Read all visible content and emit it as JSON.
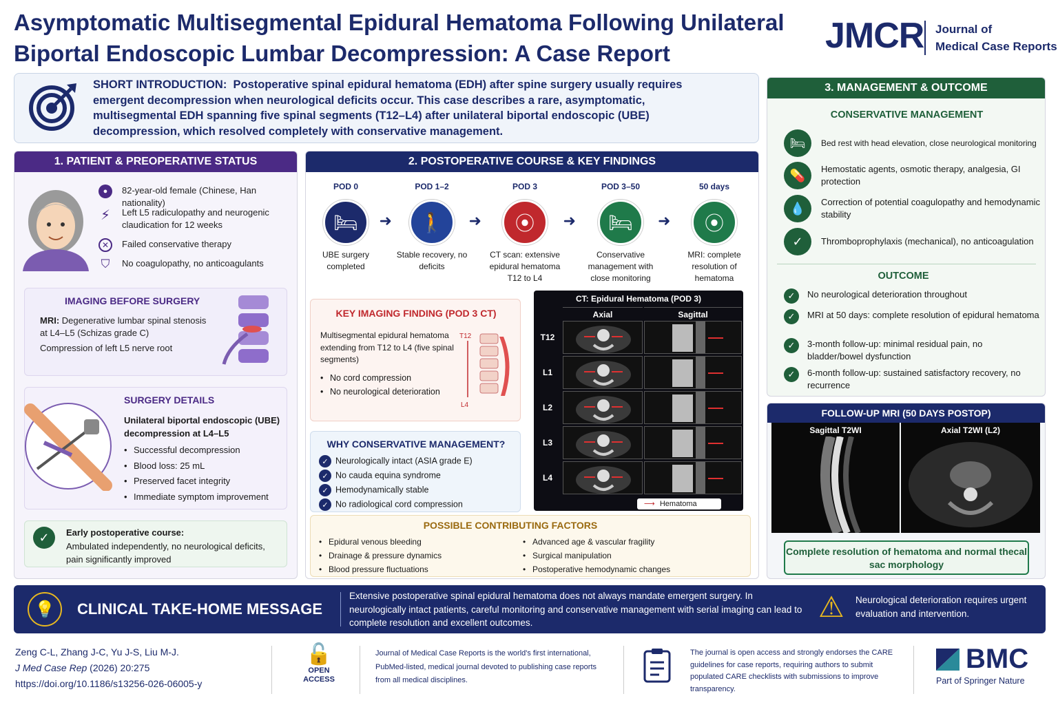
{
  "title": "Asymptomatic Multisegmental Epidural Hematoma Following Unilateral Biportal Endoscopic Lumbar Decompression: A Case Report",
  "journal": {
    "abbr": "JMCR",
    "name_line1": "Journal of",
    "name_line2": "Medical Case Reports"
  },
  "intro": {
    "label": "SHORT INTRODUCTION:",
    "text": "Postoperative spinal epidural hematoma (EDH) after spine surgery usually requires emergent decompression when neurological deficits occur. This case describes a rare, asymptomatic, multisegmental EDH spanning five spinal segments (T12–L4) after unilateral biportal endoscopic (UBE) decompression, which resolved completely with conservative management."
  },
  "patient": {
    "header": "1. PATIENT & PREOPERATIVE STATUS",
    "items": [
      "82-year-old female (Chinese, Han nationality)",
      "Left L5 radiculopathy and neurogenic claudication for 12 weeks",
      "Failed conservative therapy",
      "No coagulopathy, no anticoagulants"
    ],
    "imaging_title": "IMAGING BEFORE SURGERY",
    "imaging_mri_label": "MRI:",
    "imaging_mri": "Degenerative lumbar spinal stenosis at L4–L5 (Schizas grade C)",
    "imaging_compression": "Compression of left L5 nerve root",
    "surgery_title": "SURGERY DETAILS",
    "surgery_main": "Unilateral biportal endoscopic (UBE) decompression at L4–L5",
    "surgery_items": [
      "Successful decompression",
      "Blood loss: 25 mL",
      "Preserved facet integrity",
      "Immediate symptom improvement"
    ],
    "early_title": "Early postoperative course:",
    "early_text": "Ambulated independently, no neurological deficits, pain significantly improved"
  },
  "course": {
    "header": "2. POSTOPERATIVE COURSE & KEY FINDINGS",
    "timeline": [
      {
        "label": "POD 0",
        "text": "UBE surgery completed",
        "color": "#1c2a6b"
      },
      {
        "label": "POD 1–2",
        "text": "Stable recovery, no deficits",
        "color": "#23449a"
      },
      {
        "label": "POD 3",
        "text": "CT scan: extensive epidural hematoma T12 to L4",
        "color": "#c0282d"
      },
      {
        "label": "POD 3–50",
        "text": "Conservative management with close monitoring",
        "color": "#1f7a4a"
      },
      {
        "label": "50 days",
        "text": "MRI: complete resolution of hematoma",
        "color": "#1f7a4a"
      }
    ],
    "key_title": "KEY IMAGING FINDING (POD 3 CT)",
    "key_text": "Multisegmental epidural hematoma extending from T12 to L4 (five spinal segments)",
    "key_items": [
      "No cord compression",
      "No neurological deterioration"
    ],
    "key_top_label": "T12",
    "key_bottom_label": "L4",
    "why_title": "WHY CONSERVATIVE MANAGEMENT?",
    "why_items": [
      "Neurologically intact (ASIA grade E)",
      "No cauda equina syndrome",
      "Hemodynamically stable",
      "No radiological cord compression"
    ],
    "ct_title": "CT: Epidural Hematoma (POD 3)",
    "ct_col1": "Axial",
    "ct_col2": "Sagittal",
    "ct_levels": [
      "T12",
      "L1",
      "L2",
      "L3",
      "L4"
    ],
    "ct_legend": "Hematoma",
    "factors_title": "POSSIBLE CONTRIBUTING FACTORS",
    "factors_left": [
      "Epidural venous bleeding",
      "Drainage & pressure dynamics",
      "Blood pressure fluctuations"
    ],
    "factors_right": [
      "Advanced age & vascular fragility",
      "Surgical manipulation",
      "Postoperative hemodynamic changes"
    ]
  },
  "management": {
    "header": "3. MANAGEMENT & OUTCOME",
    "cons_title": "CONSERVATIVE MANAGEMENT",
    "cons_items": [
      "Bed rest with head elevation, close neurological monitoring",
      "Hemostatic agents, osmotic therapy, analgesia, GI protection",
      "Correction of potential coagulopathy and hemodynamic stability",
      "Thromboprophylaxis (mechanical), no anticoagulation"
    ],
    "outcome_title": "OUTCOME",
    "outcome_items": [
      "No neurological deterioration throughout",
      "MRI at 50 days: complete resolution of epidural hematoma",
      "3-month follow-up: minimal residual pain, no bladder/bowel dysfunction",
      "6-month follow-up: sustained satisfactory recovery, no recurrence"
    ]
  },
  "followup": {
    "header": "FOLLOW-UP MRI (50 DAYS POSTOP)",
    "left_label": "Sagittal T2WI",
    "right_label": "Axial T2WI (L2)",
    "caption": "Complete resolution of hematoma and normal thecal sac morphology"
  },
  "take_home": {
    "title": "CLINICAL TAKE-HOME MESSAGE",
    "text": "Extensive postoperative spinal epidural hematoma does not always mandate emergent surgery. In neurologically intact patients, careful monitoring and conservative management with serial imaging can lead to complete resolution and excellent outcomes.",
    "warning": "Neurological deterioration requires urgent evaluation and intervention."
  },
  "footer": {
    "authors": "Zeng C-L, Zhang J-C, Yu J-S, Liu M-J.",
    "citation_journal": "J Med Case Rep",
    "citation_rest": "(2026) 20:275",
    "doi": "https://doi.org/10.1186/s13256-026-06005-y",
    "open_access_1": "OPEN",
    "open_access_2": "ACCESS",
    "journal_desc": "Journal of Medical Case Reports is the world's first international, PubMed-listed, medical journal devoted to publishing case reports from all medical disciplines.",
    "care_desc": "The journal is open access and strongly endorses the CARE guidelines for case reports, requiring authors to submit populated CARE checklists with submissions to improve transparency.",
    "bmc": "BMC",
    "bmc_sub": "Part of Springer Nature"
  },
  "colors": {
    "navy": "#1c2a6b",
    "purple": "#4b2a85",
    "green": "#1f5f3a",
    "red": "#c0282d"
  }
}
